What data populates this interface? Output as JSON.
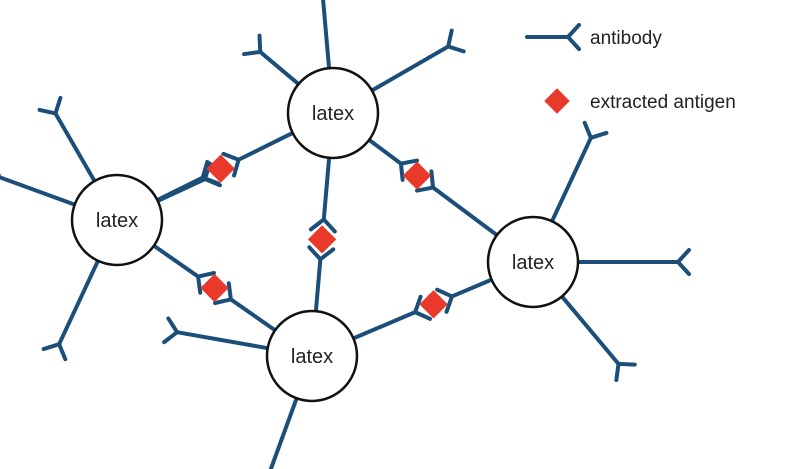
{
  "colors": {
    "antibody": "#1b4f7a",
    "antigen": "#e8392b",
    "bead_fill": "#ffffff",
    "bead_stroke": "#111111"
  },
  "beads": [
    {
      "id": "bead-left",
      "label": "latex"
    },
    {
      "id": "bead-top",
      "label": "latex"
    },
    {
      "id": "bead-right",
      "label": "latex"
    },
    {
      "id": "bead-bottom",
      "label": "latex"
    }
  ],
  "legend": {
    "antibody_label": "antibody",
    "antigen_label": "extracted antigen"
  }
}
